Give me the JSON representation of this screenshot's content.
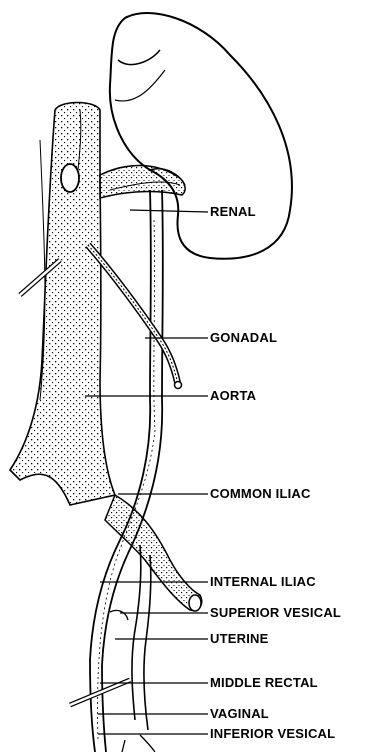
{
  "labels": {
    "renal": "RENAL",
    "gonadal": "GONADAL",
    "aorta": "AORTA",
    "common_iliac": "COMMON ILIAC",
    "internal_iliac": "INTERNAL ILIAC",
    "superior_vesical": "SUPERIOR VESICAL",
    "uterine": "UTERINE",
    "middle_rectal": "MIDDLE RECTAL",
    "vaginal": "VAGINAL",
    "inferior_vesical": "INFERIOR VESICAL"
  },
  "colors": {
    "ink": "#000000",
    "paper": "#ffffff"
  }
}
